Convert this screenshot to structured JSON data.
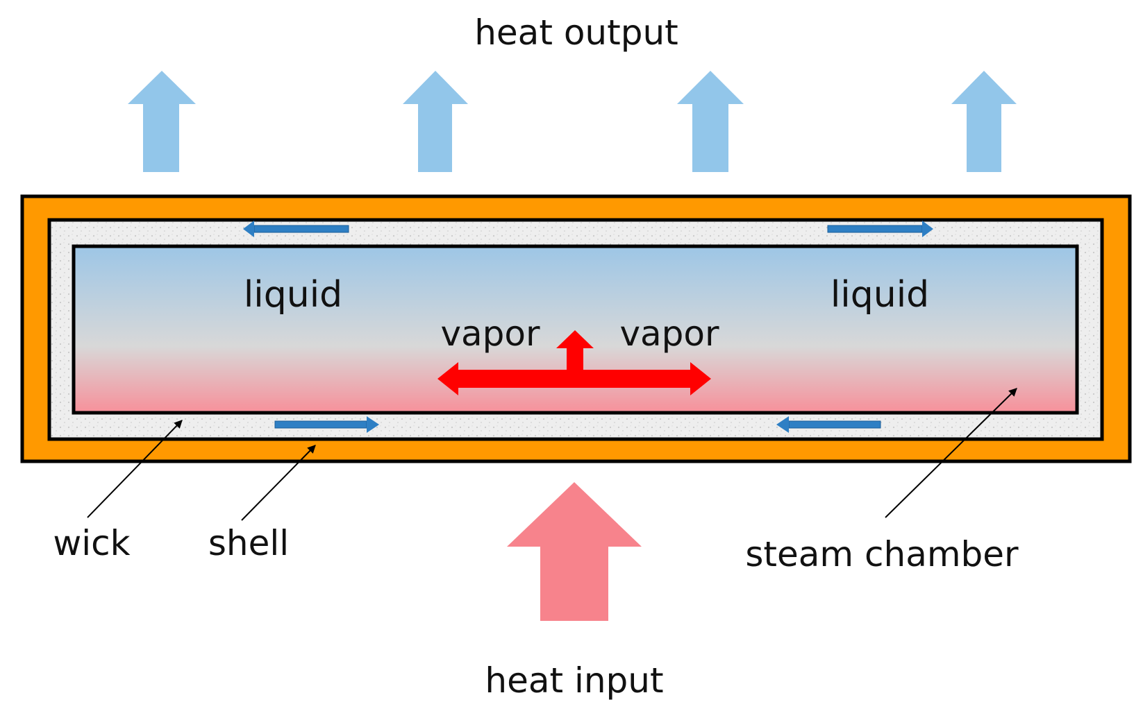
{
  "labels": {
    "heat_output": "heat output",
    "heat_input": "heat input",
    "liquid_left": "liquid",
    "liquid_right": "liquid",
    "vapor_left": "vapor",
    "vapor_right": "vapor",
    "wick": "wick",
    "shell": "shell",
    "steam_chamber": "steam chamber"
  },
  "colors": {
    "shell": "#FF9900",
    "outline": "#000000",
    "wick": "#EEEEEE",
    "chamber_top": "#9DC6E6",
    "chamber_mid": "#D8D8D8",
    "chamber_bottom": "#F7909A",
    "heat_output_arrow": "#92C6EA",
    "heat_input_arrow": "#F7838C",
    "vapor_arrow": "#FF0000",
    "liquid_arrow": "#2E7FC4"
  }
}
